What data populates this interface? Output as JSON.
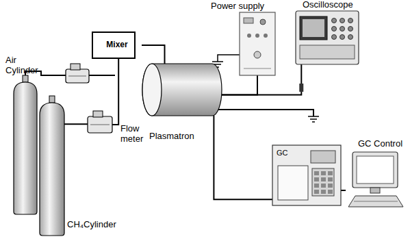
{
  "diagram": {
    "nodes": [
      {
        "text": [
          "Air Cylinder"
        ]
      },
      {
        "text": [
          "CH₄Cylinder"
        ]
      },
      {
        "text": [
          "Flow meter"
        ]
      },
      {
        "text": [
          "Mixer"
        ]
      },
      {
        "text": [
          "Plasmatron"
        ]
      },
      {
        "text": [
          "Power supply"
        ]
      },
      {
        "text": [
          "Oscilloscope"
        ]
      },
      {
        "text": [
          "GC"
        ]
      },
      {
        "text": [
          "GC Control"
        ]
      }
    ],
    "edges": [
      {
        "from": 1,
        "to": 2,
        "arrow": "none"
      },
      {
        "from": 2,
        "to": 3,
        "arrow": "none"
      },
      {
        "from": 3,
        "to": 4,
        "arrow": "none"
      },
      {
        "from": 5,
        "to": 4,
        "arrow": "none"
      },
      {
        "from": 6,
        "to": 4,
        "arrow": "none"
      },
      {
        "from": 4,
        "to": 7,
        "arrow": "none"
      },
      {
        "from": 7,
        "to": 8,
        "arrow": "none"
      }
    ]
  }
}
